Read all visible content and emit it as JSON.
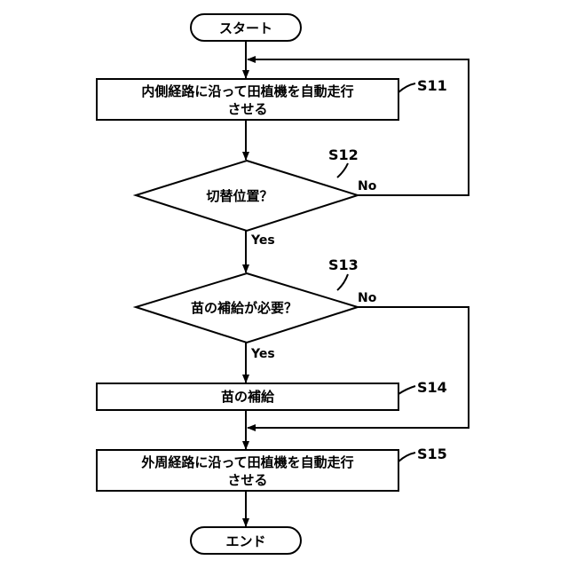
{
  "flowchart": {
    "start": {
      "label": "スタート"
    },
    "end": {
      "label": "エンド"
    },
    "s11": {
      "step": "S11",
      "line1": "内側経路に沿って田植機を自動走行",
      "line2": "させる"
    },
    "s12": {
      "step": "S12",
      "question": "切替位置？",
      "no": "No",
      "yes": "Yes"
    },
    "s13": {
      "step": "S13",
      "question": "苗の補給が必要？",
      "no": "No",
      "yes": "Yes"
    },
    "s14": {
      "step": "S14",
      "label": "苗の補給"
    },
    "s15": {
      "step": "S15",
      "line1": "外周経路に沿って田植機を自動走行",
      "line2": "させる"
    }
  }
}
